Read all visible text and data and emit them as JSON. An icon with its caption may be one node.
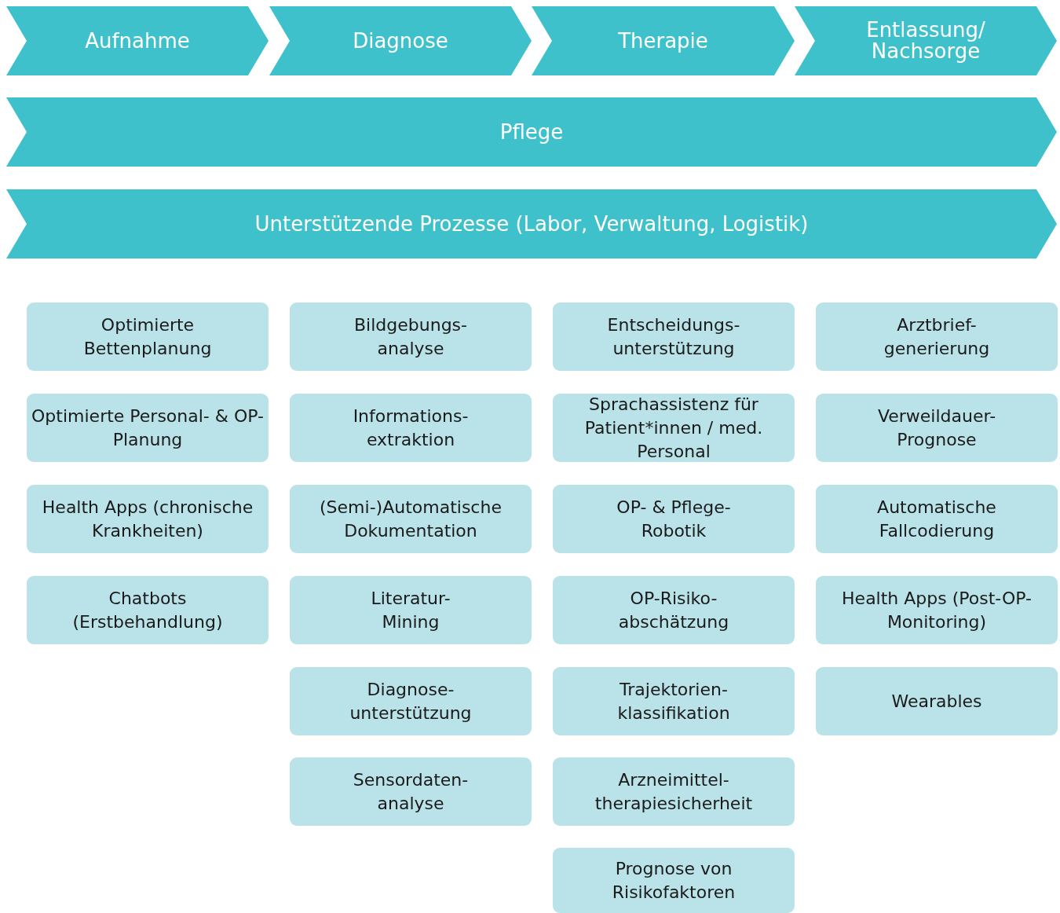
{
  "diagram": {
    "nodes": [
      {
        "text": [
          "Aufnahme"
        ]
      },
      {
        "text": [
          "Diagnose"
        ]
      },
      {
        "text": [
          "Therapie"
        ]
      },
      {
        "text": [
          "Entlassung/ Nachsorge"
        ]
      },
      {
        "text": [
          "Pflege"
        ]
      },
      {
        "text": [
          "Unterstützende Prozesse (Labor, Verwaltung, Logistik)"
        ]
      },
      {
        "text": [
          "Optimierte Bettenplanung"
        ]
      },
      {
        "text": [
          "Bildgebungs- analyse"
        ]
      },
      {
        "text": [
          "Entscheidungs- unterstützung"
        ]
      },
      {
        "text": [
          "Arztbrief- generierung"
        ]
      },
      {
        "text": [
          "Optimierte Personal- & OP-Planung"
        ]
      },
      {
        "text": [
          "Informations- extraktion"
        ]
      },
      {
        "text": [
          "Sprachassistenz für Patient*innen / med. Personal"
        ]
      },
      {
        "text": [
          "Verweildauer- Prognose"
        ]
      },
      {
        "text": [
          "Health Apps (chronische Krankheiten)"
        ]
      },
      {
        "text": [
          "(Semi-)Automatische Dokumentation"
        ]
      },
      {
        "text": [
          "OP- & Pflege- Robotik"
        ]
      },
      {
        "text": [
          "Automatische Fallcodierung"
        ]
      },
      {
        "text": [
          "Chatbots (Erstbehandlung)"
        ]
      },
      {
        "text": [
          "Literatur- Mining"
        ]
      },
      {
        "text": [
          "OP-Risiko- abschätzung"
        ]
      },
      {
        "text": [
          "Health Apps (Post-OP-Monitoring)"
        ]
      },
      {
        "text": [
          "Diagnose- unterstützung"
        ]
      },
      {
        "text": [
          "Trajektorien- klassifikation"
        ]
      },
      {
        "text": [
          "Wearables"
        ]
      },
      {
        "text": [
          "Sensordaten- analyse"
        ]
      },
      {
        "text": [
          "Arzneimittel- therapiesicherheit"
        ]
      },
      {
        "text": [
          "Prognose von Risikofaktoren"
        ]
      }
    ]
  }
}
